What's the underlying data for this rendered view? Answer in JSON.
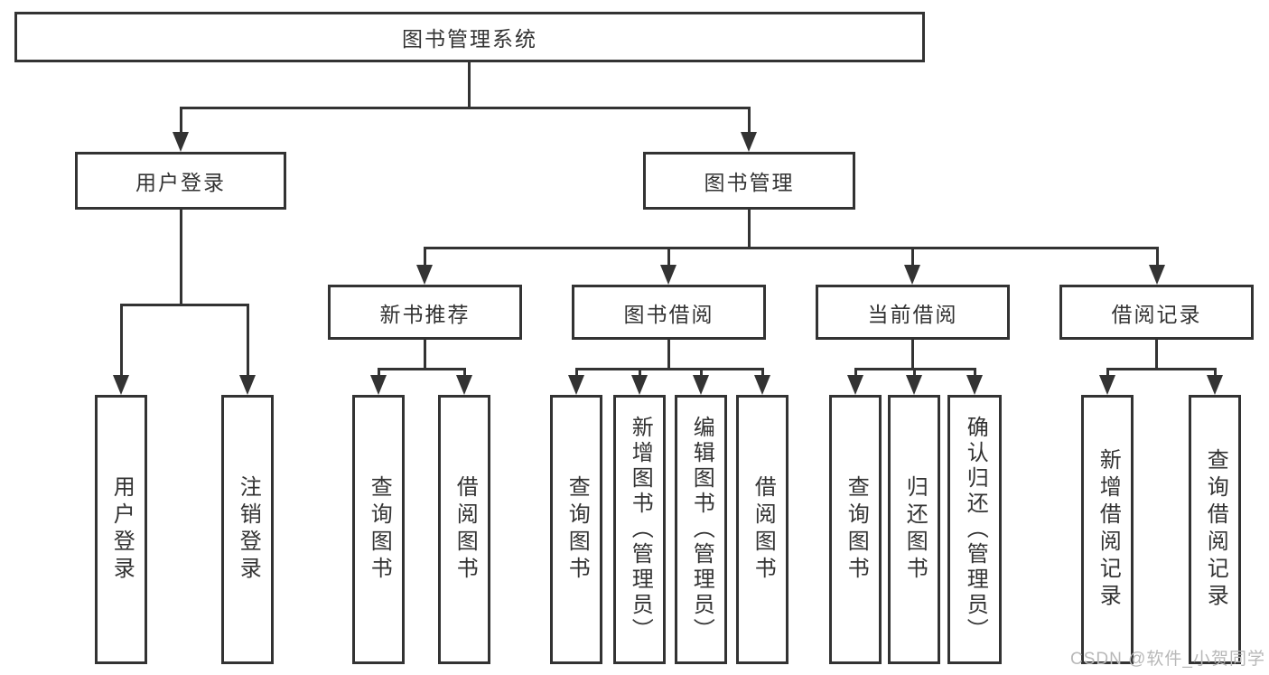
{
  "diagram_title": "图书管理系统",
  "nodes": {
    "root": {
      "label": "图书管理系统"
    },
    "user_login": {
      "label": "用户登录"
    },
    "book_mgmt": {
      "label": "图书管理"
    },
    "new_book_rec": {
      "label": "新书推荐"
    },
    "book_borrow": {
      "label": "图书借阅"
    },
    "current_borrow": {
      "label": "当前借阅"
    },
    "borrow_record": {
      "label": "借阅记录"
    },
    "leaf_user_login": {
      "label": "用户登录"
    },
    "leaf_logout": {
      "label": "注销登录"
    },
    "rec_query_book": {
      "label": "查询图书"
    },
    "rec_borrow_book": {
      "label": "借阅图书"
    },
    "bb_query_book": {
      "label": "查询图书"
    },
    "bb_add_book": {
      "label": "新增图书（管理员）"
    },
    "bb_edit_book": {
      "label": "编辑图书（管理员）"
    },
    "bb_borrow_book": {
      "label": "借阅图书"
    },
    "cb_query_book": {
      "label": "查询图书"
    },
    "cb_return_book": {
      "label": "归还图书"
    },
    "cb_confirm_return": {
      "label": "确认归还（管理员）"
    },
    "br_add_record": {
      "label": "新增借阅记录"
    },
    "br_query_record": {
      "label": "查询借阅记录"
    }
  },
  "watermark": {
    "text": "CSDN @软件_小贺同学"
  },
  "colors": {
    "line": "#333333",
    "text": "#333333",
    "box_fill": "#ffffff",
    "background": "#ffffff",
    "watermark": "#b8b8b8"
  }
}
